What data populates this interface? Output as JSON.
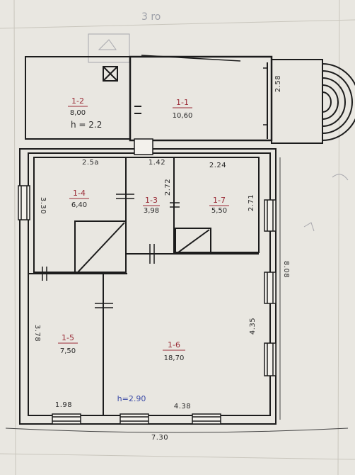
{
  "rooms": [
    {
      "id": "1-1",
      "area": "10,60"
    },
    {
      "id": "1-2",
      "area": "8,00"
    },
    {
      "id": "1-3",
      "area": "3,98"
    },
    {
      "id": "1-4",
      "area": "6,40"
    },
    {
      "id": "1-5",
      "area": "7,50"
    },
    {
      "id": "1-6",
      "area": "18,70"
    },
    {
      "id": "1-7",
      "area": "5,50"
    }
  ],
  "dimensions": {
    "overall_width": "7.30",
    "overall_height": "8.08",
    "bottom_left": "1.98",
    "bottom_right": "4.38",
    "top_left": "2.5a",
    "top_mid": "1.42",
    "top_right": "2.24",
    "left_upper": "3.30",
    "left_lower": "3.78",
    "right_mid": "4.35",
    "right_upper": "2.71",
    "room13_height": "2.72",
    "porch": "2.58"
  },
  "notes": {
    "room12_height": "h = 2.2",
    "house_height": "h=2.90",
    "top_faint": "3 ro"
  },
  "colors": {
    "line": "#1c1c1c",
    "room_number": "#9a2b36",
    "note_blue": "#3a4aa6",
    "paper": "#e9e7e1"
  }
}
